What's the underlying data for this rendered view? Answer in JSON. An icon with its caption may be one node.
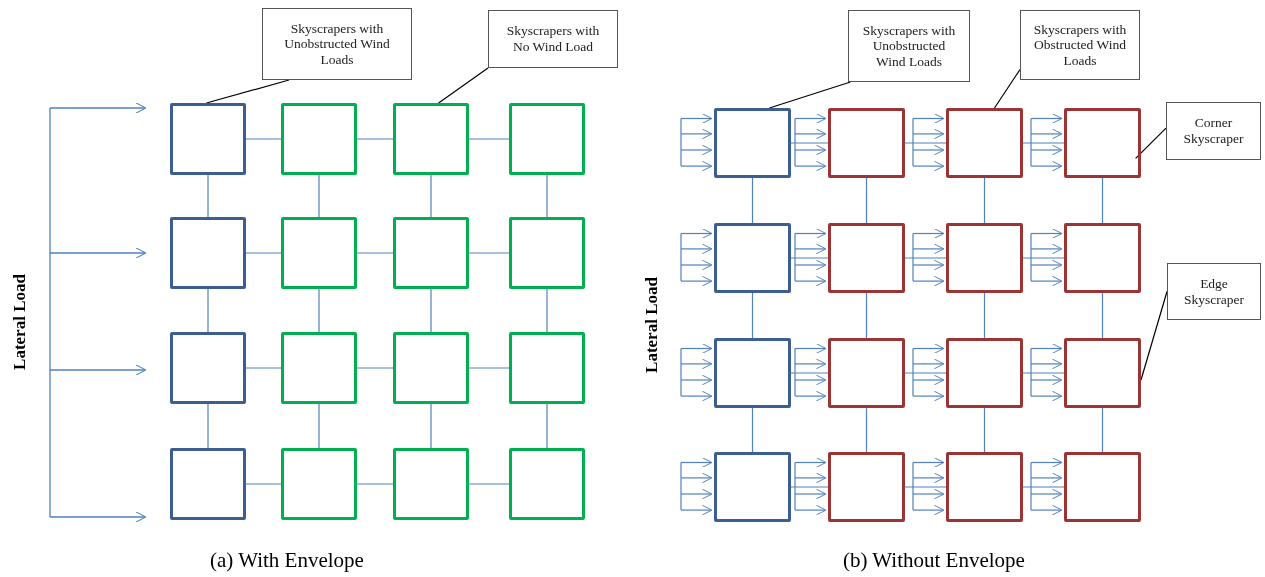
{
  "diagram": {
    "nodes": [
      {
        "text": [],
        "shape": "box"
      },
      {
        "text": [],
        "shape": "box"
      },
      {
        "text": [],
        "shape": "box"
      },
      {
        "text": [],
        "shape": "box"
      },
      {
        "text": [],
        "shape": "box"
      },
      {
        "text": [],
        "shape": "box"
      },
      {
        "text": [],
        "shape": "box"
      },
      {
        "text": [],
        "shape": "box"
      },
      {
        "text": [],
        "shape": "box"
      },
      {
        "text": [],
        "shape": "box"
      },
      {
        "text": [],
        "shape": "box"
      },
      {
        "text": [],
        "shape": "box"
      },
      {
        "text": [],
        "shape": "box"
      },
      {
        "text": [],
        "shape": "box"
      },
      {
        "text": [],
        "shape": "box"
      },
      {
        "text": [],
        "shape": "box"
      },
      {
        "text": [],
        "shape": "box"
      },
      {
        "text": [],
        "shape": "box"
      },
      {
        "text": [],
        "shape": "box"
      },
      {
        "text": [],
        "shape": "box"
      },
      {
        "text": [],
        "shape": "box"
      },
      {
        "text": [],
        "shape": "box"
      },
      {
        "text": [],
        "shape": "box"
      },
      {
        "text": [],
        "shape": "box"
      },
      {
        "text": [],
        "shape": "box"
      },
      {
        "text": [],
        "shape": "box"
      },
      {
        "text": [],
        "shape": "box"
      },
      {
        "text": [],
        "shape": "box"
      },
      {
        "text": [],
        "shape": "box"
      },
      {
        "text": [],
        "shape": "box"
      },
      {
        "text": [],
        "shape": "box"
      },
      {
        "text": [],
        "shape": "box"
      },
      {
        "text": [
          "Skyscrapers with Unobstructed Wind Loads"
        ]
      },
      {
        "text": [
          "Skyscrapers with No Wind Load"
        ]
      },
      {
        "text": [
          "Skyscrapers with Unobstructed Wind Loads"
        ]
      },
      {
        "text": [
          "Skyscrapers with Obstructed Wind Loads"
        ]
      },
      {
        "text": [
          "Corner Skyscraper"
        ]
      },
      {
        "text": [
          "Edge Skyscraper"
        ]
      }
    ],
    "edges": [
      {
        "from": 0,
        "to": 1,
        "arrow": "none"
      },
      {
        "from": 1,
        "to": 2,
        "arrow": "none"
      },
      {
        "from": 2,
        "to": 3,
        "arrow": "none"
      },
      {
        "from": 4,
        "to": 5,
        "arrow": "none"
      },
      {
        "from": 5,
        "to": 6,
        "arrow": "none"
      },
      {
        "from": 6,
        "to": 7,
        "arrow": "none"
      },
      {
        "from": 8,
        "to": 9,
        "arrow": "none"
      },
      {
        "from": 9,
        "to": 10,
        "arrow": "none"
      },
      {
        "from": 10,
        "to": 11,
        "arrow": "none"
      },
      {
        "from": 12,
        "to": 13,
        "arrow": "none"
      },
      {
        "from": 13,
        "to": 14,
        "arrow": "none"
      },
      {
        "from": 14,
        "to": 15,
        "arrow": "none"
      },
      {
        "from": 0,
        "to": 4,
        "arrow": "none"
      },
      {
        "from": 1,
        "to": 5,
        "arrow": "none"
      },
      {
        "from": 2,
        "to": 6,
        "arrow": "none"
      },
      {
        "from": 3,
        "to": 7,
        "arrow": "none"
      },
      {
        "from": 4,
        "to": 8,
        "arrow": "none"
      },
      {
        "from": 5,
        "to": 9,
        "arrow": "none"
      },
      {
        "from": 6,
        "to": 10,
        "arrow": "none"
      },
      {
        "from": 7,
        "to": 11,
        "arrow": "none"
      },
      {
        "from": 8,
        "to": 12,
        "arrow": "none"
      },
      {
        "from": 9,
        "to": 13,
        "arrow": "none"
      },
      {
        "from": 10,
        "to": 14,
        "arrow": "none"
      },
      {
        "from": 11,
        "to": 15,
        "arrow": "none"
      },
      {
        "from": 16,
        "to": 17,
        "arrow": "none"
      },
      {
        "from": 17,
        "to": 18,
        "arrow": "none"
      },
      {
        "from": 18,
        "to": 19,
        "arrow": "none"
      },
      {
        "from": 20,
        "to": 21,
        "arrow": "none"
      },
      {
        "from": 21,
        "to": 22,
        "arrow": "none"
      },
      {
        "from": 22,
        "to": 23,
        "arrow": "none"
      },
      {
        "from": 24,
        "to": 25,
        "arrow": "none"
      },
      {
        "from": 25,
        "to": 26,
        "arrow": "none"
      },
      {
        "from": 26,
        "to": 27,
        "arrow": "none"
      },
      {
        "from": 28,
        "to": 29,
        "arrow": "none"
      },
      {
        "from": 29,
        "to": 30,
        "arrow": "none"
      },
      {
        "from": 30,
        "to": 31,
        "arrow": "none"
      },
      {
        "from": 16,
        "to": 20,
        "arrow": "none"
      },
      {
        "from": 17,
        "to": 21,
        "arrow": "none"
      },
      {
        "from": 18,
        "to": 22,
        "arrow": "none"
      },
      {
        "from": 19,
        "to": 23,
        "arrow": "none"
      },
      {
        "from": 20,
        "to": 24,
        "arrow": "none"
      },
      {
        "from": 21,
        "to": 25,
        "arrow": "none"
      },
      {
        "from": 22,
        "to": 26,
        "arrow": "none"
      },
      {
        "from": 23,
        "to": 27,
        "arrow": "none"
      },
      {
        "from": 24,
        "to": 28,
        "arrow": "none"
      },
      {
        "from": 25,
        "to": 29,
        "arrow": "none"
      },
      {
        "from": 26,
        "to": 30,
        "arrow": "none"
      },
      {
        "from": 27,
        "to": 31,
        "arrow": "none"
      },
      {
        "from": 32,
        "to": 0,
        "arrow": "none",
        "color": "#000000"
      },
      {
        "from": 33,
        "to": 2,
        "arrow": "none",
        "color": "#000000"
      },
      {
        "from": 34,
        "to": 16,
        "arrow": "none",
        "color": "#000000"
      },
      {
        "from": 35,
        "to": 18,
        "arrow": "none",
        "color": "#000000"
      },
      {
        "from": 36,
        "to": 19,
        "arrow": "none",
        "color": "#000000"
      },
      {
        "from": 37,
        "to": 27,
        "arrow": "none",
        "color": "#000000"
      }
    ],
    "labels": [
      "Lateral Load",
      "Lateral Load",
      "(a) With Envelope",
      "(b) Without Envelope"
    ]
  }
}
